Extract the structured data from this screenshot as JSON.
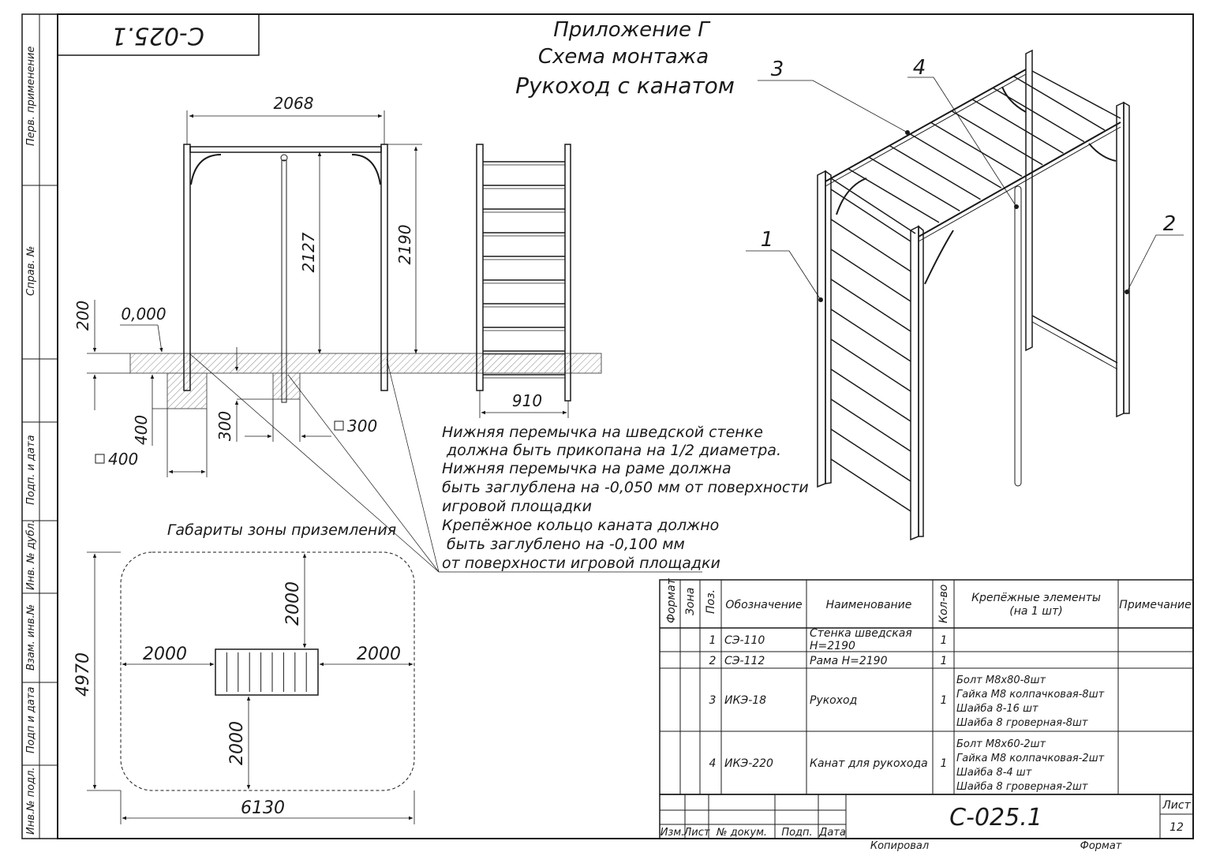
{
  "stamp_code_top": "C-025.1",
  "title": {
    "line1": "Приложение Г",
    "line2": "Схема монтажа",
    "line3": "Рукоход с канатом"
  },
  "side_labels": [
    "Перв. применение",
    "Справ. №",
    "Подп. и дата",
    "Инв. № дубл.",
    "Взам. инв.№",
    "Подп и дата",
    "Инв.№ подл."
  ],
  "dims": {
    "width_2068": "2068",
    "height_2127": "2127",
    "height_2190": "2190",
    "depth_200": "200",
    "level_0": "0,000",
    "depth_400": "400",
    "depth_300": "300",
    "sq_300": "300",
    "sq_400": "400",
    "width_910": "910"
  },
  "callouts": [
    "3",
    "4",
    "1",
    "2"
  ],
  "notes": [
    "Нижняя перемычка на шведской стенке",
    " должна быть прикопана на 1/2 диаметра.",
    "Нижняя перемычка на раме должна",
    "быть заглублена на -0,050 мм от поверхности",
    "игровой площадки",
    "Крепёжное кольцо каната должно",
    " быть заглублено на -0,100 мм",
    "от поверхности игровой площадки"
  ],
  "zone": {
    "title": "Габариты зоны приземления",
    "top": "2000",
    "left": "2000",
    "right": "2000",
    "bottom": "2000",
    "height": "4970",
    "width": "6130"
  },
  "table": {
    "headers": {
      "format": "Формат",
      "zone": "Зона",
      "pos": "Поз.",
      "designation": "Обозначение",
      "name": "Наименование",
      "qty": "Кол-во",
      "fasteners": "Крепёжные элементы",
      "fasteners_sub": "(на 1 шт)",
      "note": "Примечание"
    },
    "rows": [
      {
        "pos": "1",
        "designation": "СЭ-110",
        "name": [
          "Стенка шведская",
          "Н=2190"
        ],
        "qty": "1",
        "fasteners": []
      },
      {
        "pos": "2",
        "designation": "СЭ-112",
        "name": [
          "Рама Н=2190"
        ],
        "qty": "1",
        "fasteners": []
      },
      {
        "pos": "3",
        "designation": "ИКЭ-18",
        "name": [
          "Рукоход"
        ],
        "qty": "1",
        "fasteners": [
          "Болт М8х80-8шт",
          "Гайка М8 колпачковая-8шт",
          "Шайба 8-16 шт",
          "Шайба 8 гроверная-8шт"
        ]
      },
      {
        "pos": "4",
        "designation": "ИКЭ-220",
        "name": [
          "Канат для рукохода"
        ],
        "qty": "1",
        "fasteners": [
          "Болт М8х60-2шт",
          "Гайка М8 колпачковая-2шт",
          "Шайба 8-4 шт",
          "Шайба 8 гроверная-2шт"
        ]
      }
    ]
  },
  "stamp": {
    "code": "C-025.1",
    "sheet_label": "Лист",
    "sheet_no": "12",
    "col_izm": "Изм.",
    "col_list": "Лист",
    "col_doc": "№ докум.",
    "col_sign": "Подп.",
    "col_date": "Дата",
    "copied": "Копировал",
    "format": "Формат"
  }
}
